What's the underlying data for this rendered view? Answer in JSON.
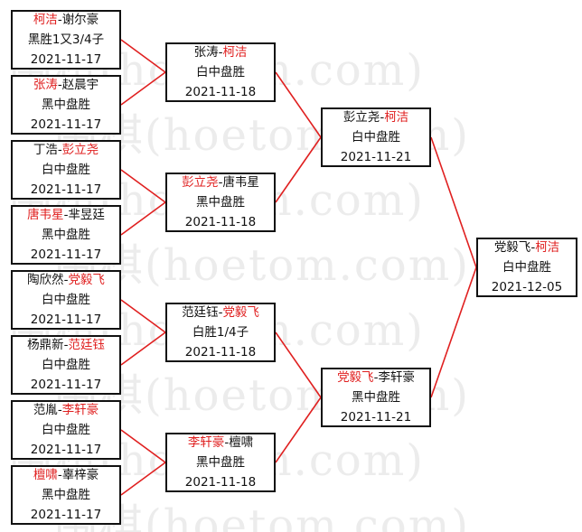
{
  "watermark": "围棋(hoetom.com)",
  "colors": {
    "winner": "#e02020",
    "text": "#111111",
    "connector": "#e02020",
    "border": "#111111"
  },
  "round1": [
    {
      "p1": "柯洁",
      "p2": "谢尔豪",
      "winner": 1,
      "result": "黑胜1又3/4子",
      "date": "2021-11-17"
    },
    {
      "p1": "张涛",
      "p2": "赵晨宇",
      "winner": 1,
      "result": "黑中盘胜",
      "date": "2021-11-17"
    },
    {
      "p1": "丁浩",
      "p2": "彭立尧",
      "winner": 2,
      "result": "白中盘胜",
      "date": "2021-11-17"
    },
    {
      "p1": "唐韦星",
      "p2": "芈昱廷",
      "winner": 1,
      "result": "黑中盘胜",
      "date": "2021-11-17"
    },
    {
      "p1": "陶欣然",
      "p2": "党毅飞",
      "winner": 2,
      "result": "白中盘胜",
      "date": "2021-11-17"
    },
    {
      "p1": "杨鼎新",
      "p2": "范廷钰",
      "winner": 2,
      "result": "白中盘胜",
      "date": "2021-11-17"
    },
    {
      "p1": "范胤",
      "p2": "李轩豪",
      "winner": 2,
      "result": "白中盘胜",
      "date": "2021-11-17"
    },
    {
      "p1": "檀啸",
      "p2": "辜梓豪",
      "winner": 1,
      "result": "黑中盘胜",
      "date": "2021-11-17"
    }
  ],
  "round2": [
    {
      "p1": "张涛",
      "p2": "柯洁",
      "winner": 2,
      "result": "白中盘胜",
      "date": "2021-11-18"
    },
    {
      "p1": "彭立尧",
      "p2": "唐韦星",
      "winner": 1,
      "result": "黑中盘胜",
      "date": "2021-11-18"
    },
    {
      "p1": "范廷钰",
      "p2": "党毅飞",
      "winner": 2,
      "result": "白胜1/4子",
      "date": "2021-11-18"
    },
    {
      "p1": "李轩豪",
      "p2": "檀啸",
      "winner": 1,
      "result": "黑中盘胜",
      "date": "2021-11-18"
    }
  ],
  "round3": [
    {
      "p1": "彭立尧",
      "p2": "柯洁",
      "winner": 2,
      "result": "白中盘胜",
      "date": "2021-11-21"
    },
    {
      "p1": "党毅飞",
      "p2": "李轩豪",
      "winner": 1,
      "result": "黑中盘胜",
      "date": "2021-11-21"
    }
  ],
  "final": [
    {
      "p1": "党毅飞",
      "p2": "柯洁",
      "winner": 2,
      "result": "白中盘胜",
      "date": "2021-12-05"
    }
  ]
}
